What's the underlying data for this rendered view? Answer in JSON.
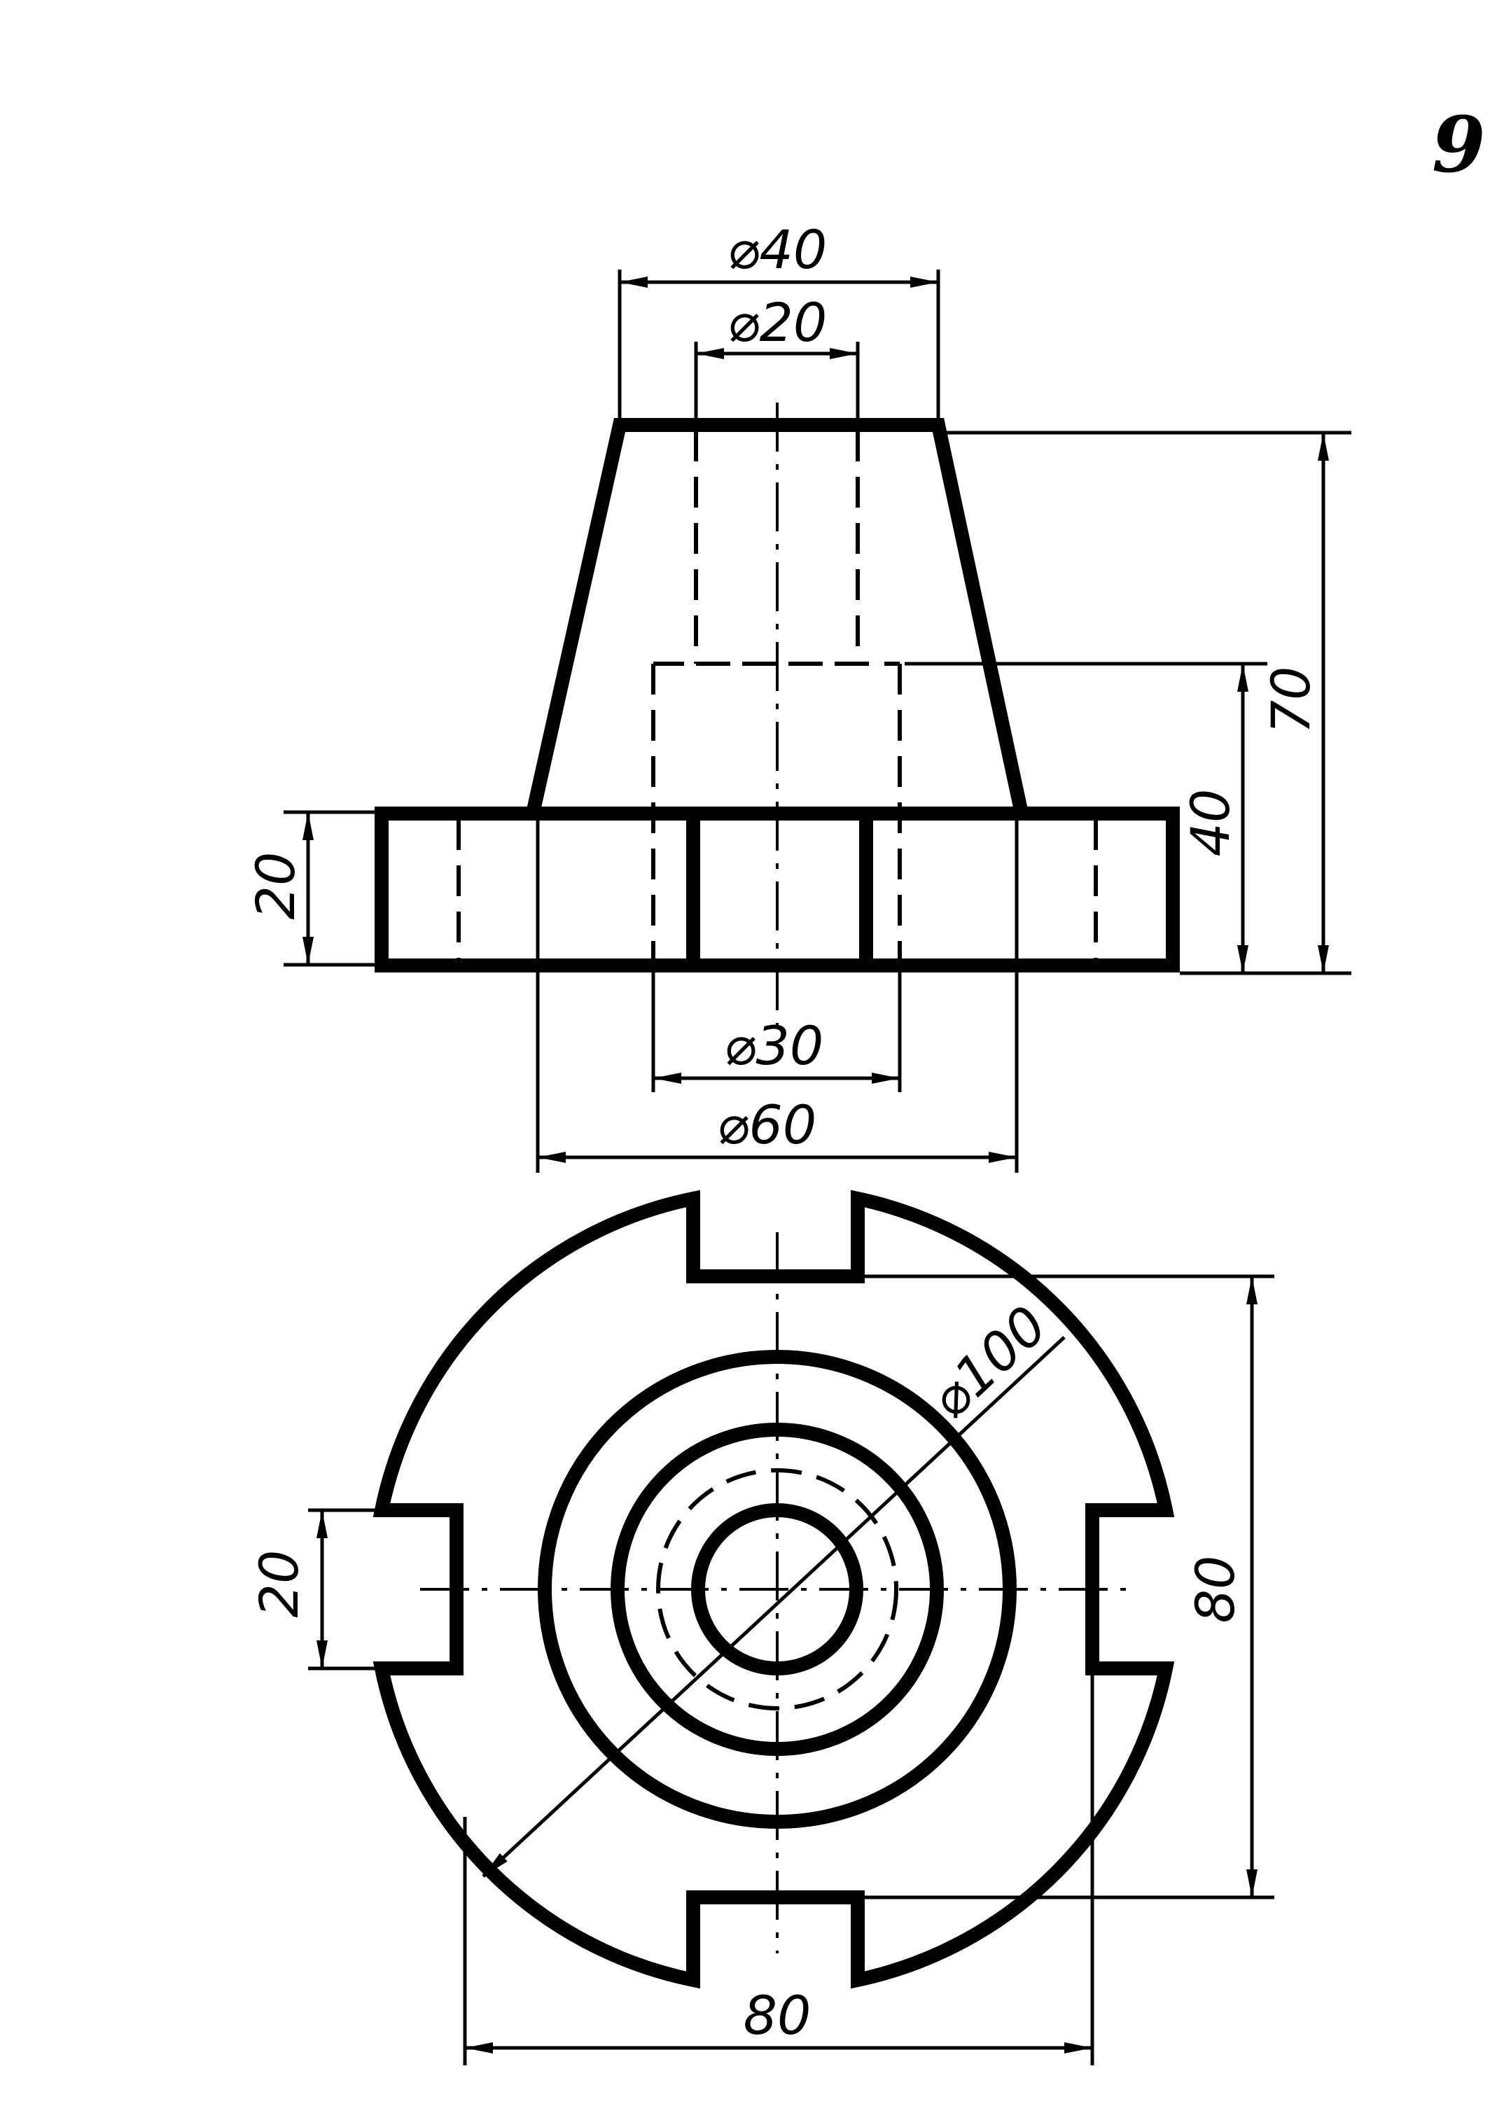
{
  "page_number": "9",
  "front_view": {
    "dim_top_outer": "⌀40",
    "dim_top_inner": "⌀20",
    "dim_total_height": "70",
    "dim_mid_height": "40",
    "dim_flange_height": "20",
    "dim_bore": "⌀30",
    "dim_base": "⌀60"
  },
  "top_view": {
    "dim_diameter": "⌀100",
    "dim_slot_width": "20",
    "dim_vertical": "80",
    "dim_horizontal": "80"
  }
}
